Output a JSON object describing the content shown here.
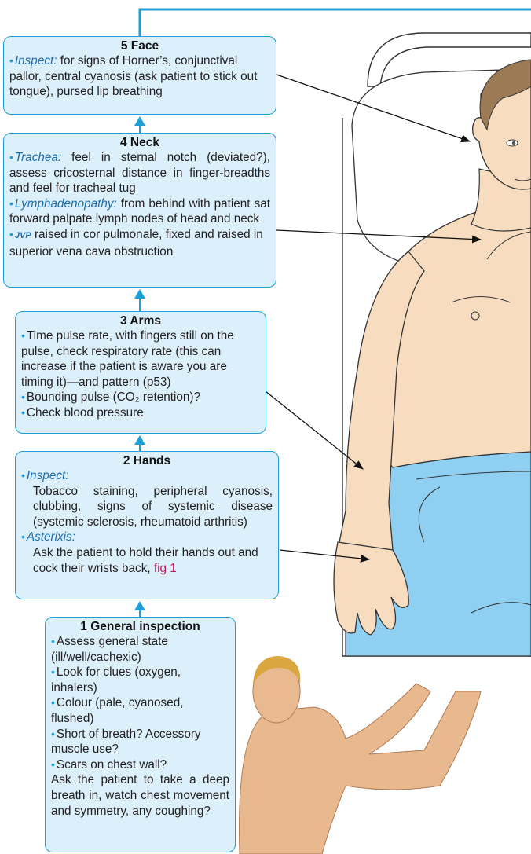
{
  "colors": {
    "accent": "#1f9fd8",
    "box_fill": "#dcf0fb",
    "italic_blue": "#1d6eb0",
    "link_red": "#c2185b",
    "skin": "#f8dcc0",
    "sheet": "#8fd0f2"
  },
  "face": {
    "title": "5  Face",
    "items": [
      {
        "label": "Inspect:",
        "text": " for signs of Horner’s, conjunctival pallor, central cyanosis (ask patient to stick out tongue), pursed lip breathing"
      }
    ]
  },
  "neck": {
    "title": "4  Neck",
    "trachea_label": "Trachea:",
    "trachea_text": " feel in sternal notch (deviated?), assess cricosternal distance in finger-breadths and feel for tracheal tug",
    "lymph_label": "Lymphadenopathy:",
    "lymph_text": " from behind with patient sat forward palpate lymph nodes of head and neck",
    "jvp_label": "JVP",
    "jvp_text": " raised in cor pulmonale, fixed and raised in superior vena cava obstruction"
  },
  "arms": {
    "title": "3  Arms",
    "items": [
      "Time pulse rate, with fingers still on the pulse, check respiratory rate (this can increase if the patient is aware you are timing it)—and pattern (p53)",
      "Bounding pulse (CO₂ retention)?",
      "Check blood pressure"
    ]
  },
  "hands": {
    "title": "2  Hands",
    "inspect_label": "Inspect:",
    "inspect_text": "Tobacco staining, peripheral cyanosis, clubbing, signs of systemic disease (systemic sclerosis, rheumatoid arthritis)",
    "asterixis_label": "Asterixis:",
    "asterixis_text": "Ask the patient to hold their hands out and cock their wrists back, ",
    "fig_ref": "fig 1"
  },
  "general": {
    "title": "1  General inspection",
    "items": [
      "Assess general state (ill/well/cachexic)",
      "Look for clues (oxygen, inhalers)",
      "Colour (pale, cyanosed, flushed)",
      "Short of breath? Accessory muscle use?",
      "Scars on chest wall?"
    ],
    "closing": "Ask the patient to take a deep breath in, watch chest movement and symmetry, any coughing?"
  },
  "icons": [
    "up-arrow-icon",
    "pointer-arrow-icon",
    "bullet-icon"
  ]
}
